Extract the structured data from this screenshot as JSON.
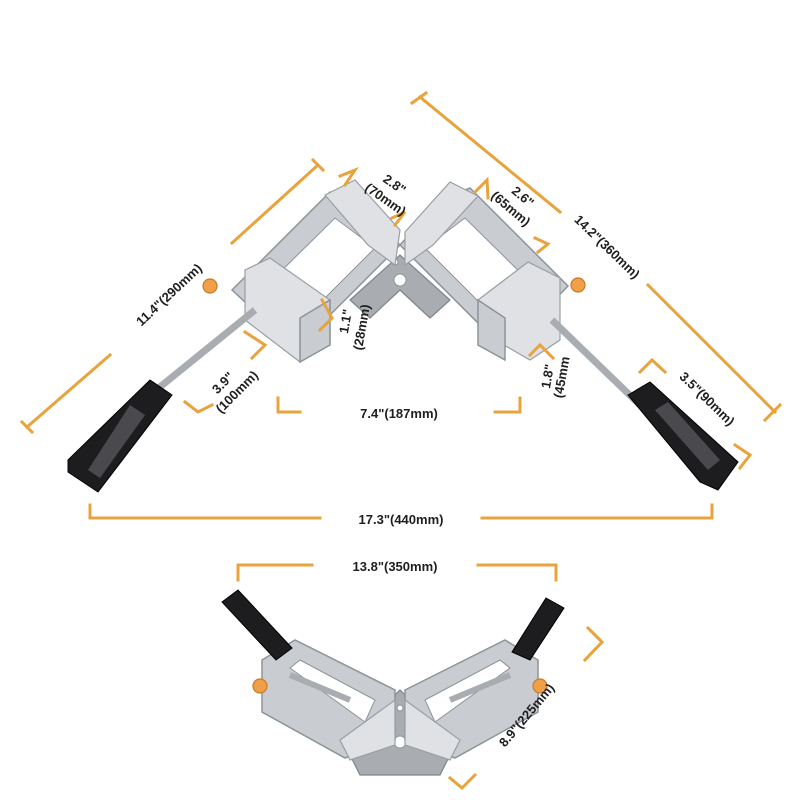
{
  "dimensions": {
    "overall_width": "17.3\"(440mm)",
    "arm_length_left": "11.4\"(290mm)",
    "arm_length_right": "14.2\"(360mm)",
    "jaw_width_left_in": "2.8\"",
    "jaw_width_left_mm": "(70mm)",
    "jaw_width_right_in": "2.6\"",
    "jaw_width_right_mm": "(65mm)",
    "jaw_height_in": "1.1\"",
    "jaw_height_mm": "(28mm)",
    "jaw_opening_left_in": "3.9\"",
    "jaw_opening_left_mm": "(100mm)",
    "inner_span": "7.4\"(187mm)",
    "jaw_opening_right_in": "1.8\"",
    "jaw_opening_right_mm": "(45mm",
    "handle_length": "3.5\"(90mm)",
    "bottom_width": "13.8\"(350mm)",
    "bottom_depth": "8.9\"(225mm)"
  },
  "colors": {
    "dimension_lines": "#e8a33c",
    "metal": "#c9ccd0",
    "handle": "#1d1d1f",
    "knob": "#f0a048"
  }
}
